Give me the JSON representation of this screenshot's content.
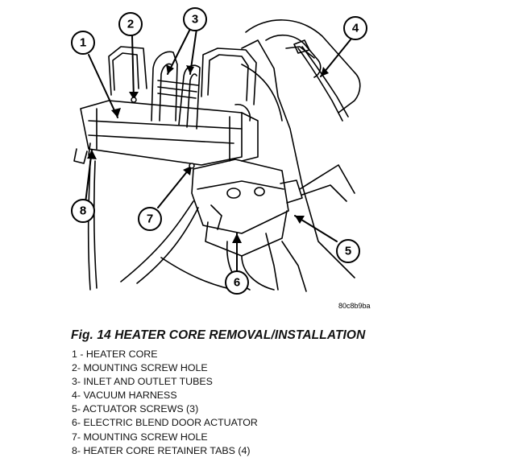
{
  "figure": {
    "code": "80c8b9ba",
    "callouts": [
      "1",
      "2",
      "3",
      "4",
      "5",
      "6",
      "7",
      "8"
    ]
  },
  "caption": "Fig. 14 HEATER CORE REMOVAL/INSTALLATION",
  "legend": [
    "1 - HEATER CORE",
    "2- MOUNTING SCREW HOLE",
    "3- INLET AND OUTLET TUBES",
    "4- VACUUM HARNESS",
    "5- ACTUATOR SCREWS (3)",
    "6- ELECTRIC BLEND DOOR ACTUATOR",
    "7- MOUNTING SCREW HOLE",
    "8- HEATER CORE RETAINER TABS (4)"
  ]
}
